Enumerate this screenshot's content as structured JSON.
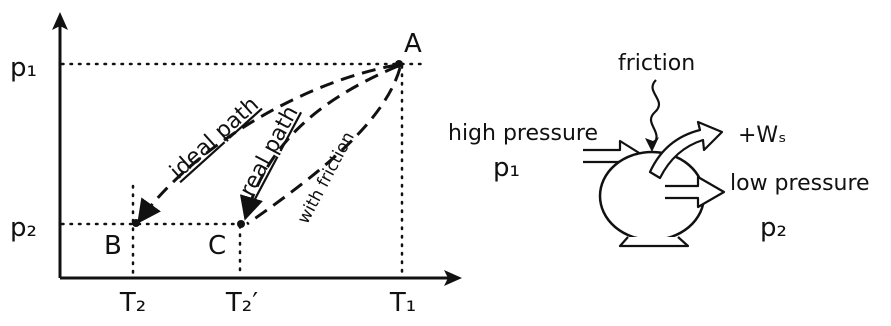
{
  "left_diagram": {
    "y_labels": {
      "p1": "p₁",
      "p2": "p₂"
    },
    "x_labels": {
      "t2": "T₂",
      "t2_prime": "T₂′",
      "t1": "T₁"
    },
    "points": {
      "a": "A",
      "b": "B",
      "c": "C"
    },
    "path_labels": {
      "ideal": "ideal path",
      "real": "real path",
      "friction": "with friction"
    }
  },
  "right_diagram": {
    "friction": "friction",
    "high_pressure": "high pressure",
    "p1": "p₁",
    "work": "+Wₛ",
    "low_pressure": "low pressure",
    "p2": "p₂"
  }
}
